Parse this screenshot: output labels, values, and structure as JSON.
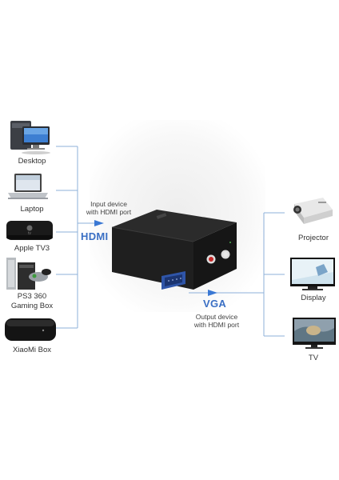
{
  "sources": [
    {
      "label": "Desktop",
      "icon": "desktop-pc-icon"
    },
    {
      "label": "Laptop",
      "icon": "laptop-icon"
    },
    {
      "label": "Apple TV3",
      "icon": "apple-tv-icon"
    },
    {
      "label_line1": "PS3 360",
      "label_line2": "Gaming Box",
      "icon": "game-console-icon"
    },
    {
      "label": "XiaoMi Box",
      "icon": "media-box-icon"
    }
  ],
  "input": {
    "line1": "Input device",
    "line2": "with HDMI port",
    "tag": "HDMI"
  },
  "output": {
    "line1": "Output device",
    "line2": "with HDMI port",
    "tag": "VGA"
  },
  "destinations": [
    {
      "label": "Projector",
      "icon": "projector-icon"
    },
    {
      "label": "Display",
      "icon": "monitor-icon"
    },
    {
      "label": "TV",
      "icon": "tv-icon"
    }
  ],
  "converter": {
    "icon": "hdmi-to-vga-converter-icon"
  },
  "colors": {
    "line": "#7fa8d6",
    "arrow": "#3a78d4",
    "tag": "#3a6fc4"
  }
}
